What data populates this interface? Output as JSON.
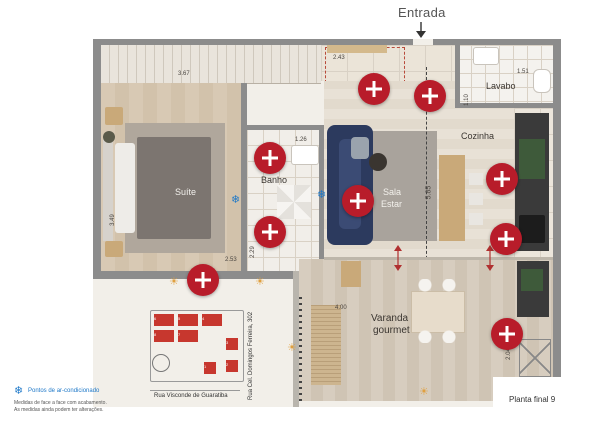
{
  "header": {
    "entrance_label": "Entrada"
  },
  "rooms": {
    "suite": "Suíte",
    "banho": "Banho",
    "sala_estar_line1": "Sala",
    "sala_estar_line2": "Estar",
    "cozinha": "Cozinha",
    "lavabo": "Lavabo",
    "varanda_line1": "Varanda",
    "varanda_line2": "gourmet"
  },
  "dimensions": {
    "wardrobe": "3.67",
    "hall": "2.43",
    "lavabo": "1.51",
    "lavabo_v": "1.10",
    "banho": "1.26",
    "suite_v": "3.49",
    "suite_bottom": "2.53",
    "banho_v": "2.29",
    "sala_v": "5.85",
    "varanda": "4.00",
    "kitchen_v": "2.04"
  },
  "key_plan": {
    "street_vertical": "Rua Cel. Domingos Ferreira, 302",
    "street_horizontal": "Rua Visconde de Guaratiba",
    "units": [
      "6",
      "5",
      "4",
      "8",
      "7",
      "3",
      "2",
      "1"
    ]
  },
  "legend": {
    "title": "Pontos de ar-condicionado",
    "note_line1": "Medidas de face a face com acabamento.",
    "note_line2": "As medidas ainda podem ter alterações."
  },
  "footer": {
    "plan_label": "Planta final 9"
  },
  "colors": {
    "hotspot": "#b81c2a",
    "accent_blue": "#1e78c8",
    "wall": "#8c8c8c"
  }
}
